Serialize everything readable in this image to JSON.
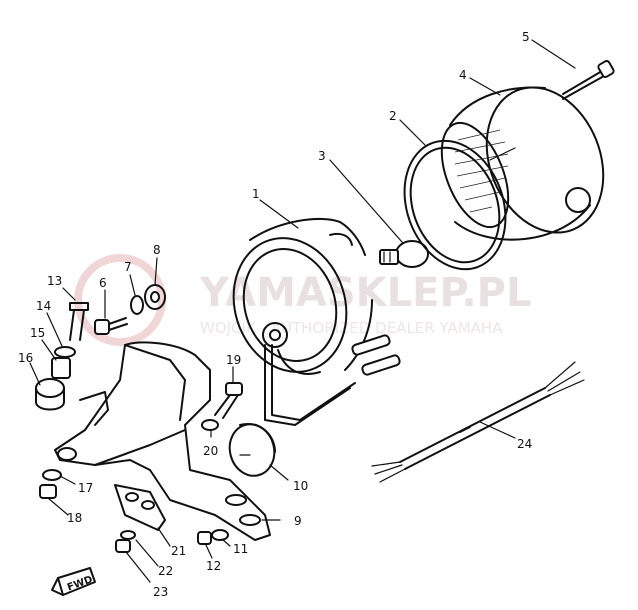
{
  "watermark": {
    "brand": "YAMASKLEP.PL",
    "subtitle": "WOJCIK - AUTHORIZED DEALER YAMAHA"
  },
  "direction_marker": "FWD",
  "part_callouts": [
    "1",
    "2",
    "3",
    "4",
    "5",
    "6",
    "7",
    "8",
    "9",
    "10",
    "11",
    "12",
    "13",
    "14",
    "15",
    "16",
    "17",
    "18",
    "19",
    "20",
    "21",
    "22",
    "23",
    "24"
  ]
}
